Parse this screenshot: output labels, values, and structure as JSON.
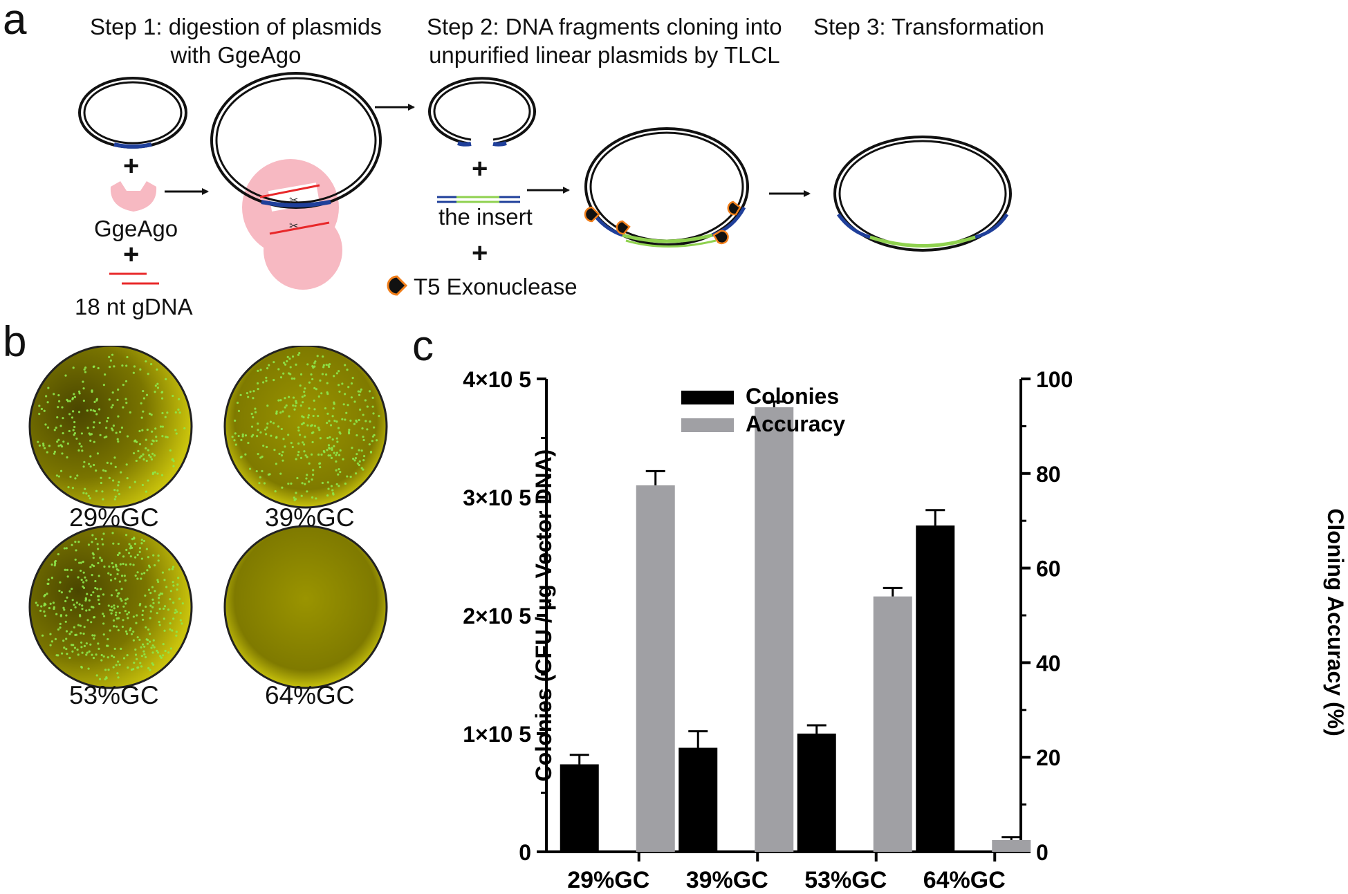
{
  "panel_a": {
    "letter": "a",
    "step1_title": [
      "Step 1: digestion of plasmids",
      "with GgeAgo"
    ],
    "step2_title": [
      "Step 2: DNA fragments cloning into",
      "unpurified linear plasmids by TLCL"
    ],
    "step3_title": "Step 3: Transformation",
    "plus": "+",
    "ggeago_label": "GgeAgo",
    "gdna_label": "18 nt gDNA",
    "insert_label": "the insert",
    "exo_label": "T5 Exonuclease",
    "colors": {
      "backbone": "#111111",
      "homology": "#1f3f9a",
      "insert": "#8fd14f",
      "guide": "#e8282a",
      "protein": "#f7b9c2",
      "exo": "#f07e1a"
    }
  },
  "panel_b": {
    "letter": "b",
    "plates": [
      "29%GC",
      "39%GC",
      "53%GC",
      "64%GC"
    ],
    "colors": {
      "plate": "#8a8400",
      "colony": "#8ee84a"
    }
  },
  "panel_c": {
    "letter": "c"
  },
  "chart_data": {
    "type": "bar",
    "categories": [
      "29%GC",
      "39%GC",
      "53%GC",
      "64%GC"
    ],
    "series": [
      {
        "name": "Colonies",
        "axis": "left",
        "color": "#000000",
        "values": [
          74000,
          88000,
          100000,
          276000
        ],
        "errors": [
          8000,
          14000,
          7000,
          13000
        ]
      },
      {
        "name": "Accuracy",
        "axis": "right",
        "color": "#a0a0a4",
        "values": [
          77.5,
          94,
          54,
          2.5
        ],
        "errors": [
          3,
          1.2,
          1.8,
          0.6
        ]
      }
    ],
    "ylabel": "Colonies (CFU / µg Vector DNA)",
    "y2label": "Cloning Accuracy (%)",
    "ylim": [
      0,
      400000
    ],
    "y2lim": [
      0,
      100
    ],
    "yticks": [
      0,
      100000,
      200000,
      300000,
      400000
    ],
    "ytick_labels": [
      "0",
      "1×10 5",
      "2×10 5",
      "3×10 5",
      "4×10 5"
    ],
    "y2ticks": [
      0,
      20,
      40,
      60,
      80,
      100
    ],
    "y2tick_labels": [
      "0",
      "20",
      "40",
      "60",
      "80",
      "100"
    ],
    "legend": "top-left",
    "grid": false
  }
}
